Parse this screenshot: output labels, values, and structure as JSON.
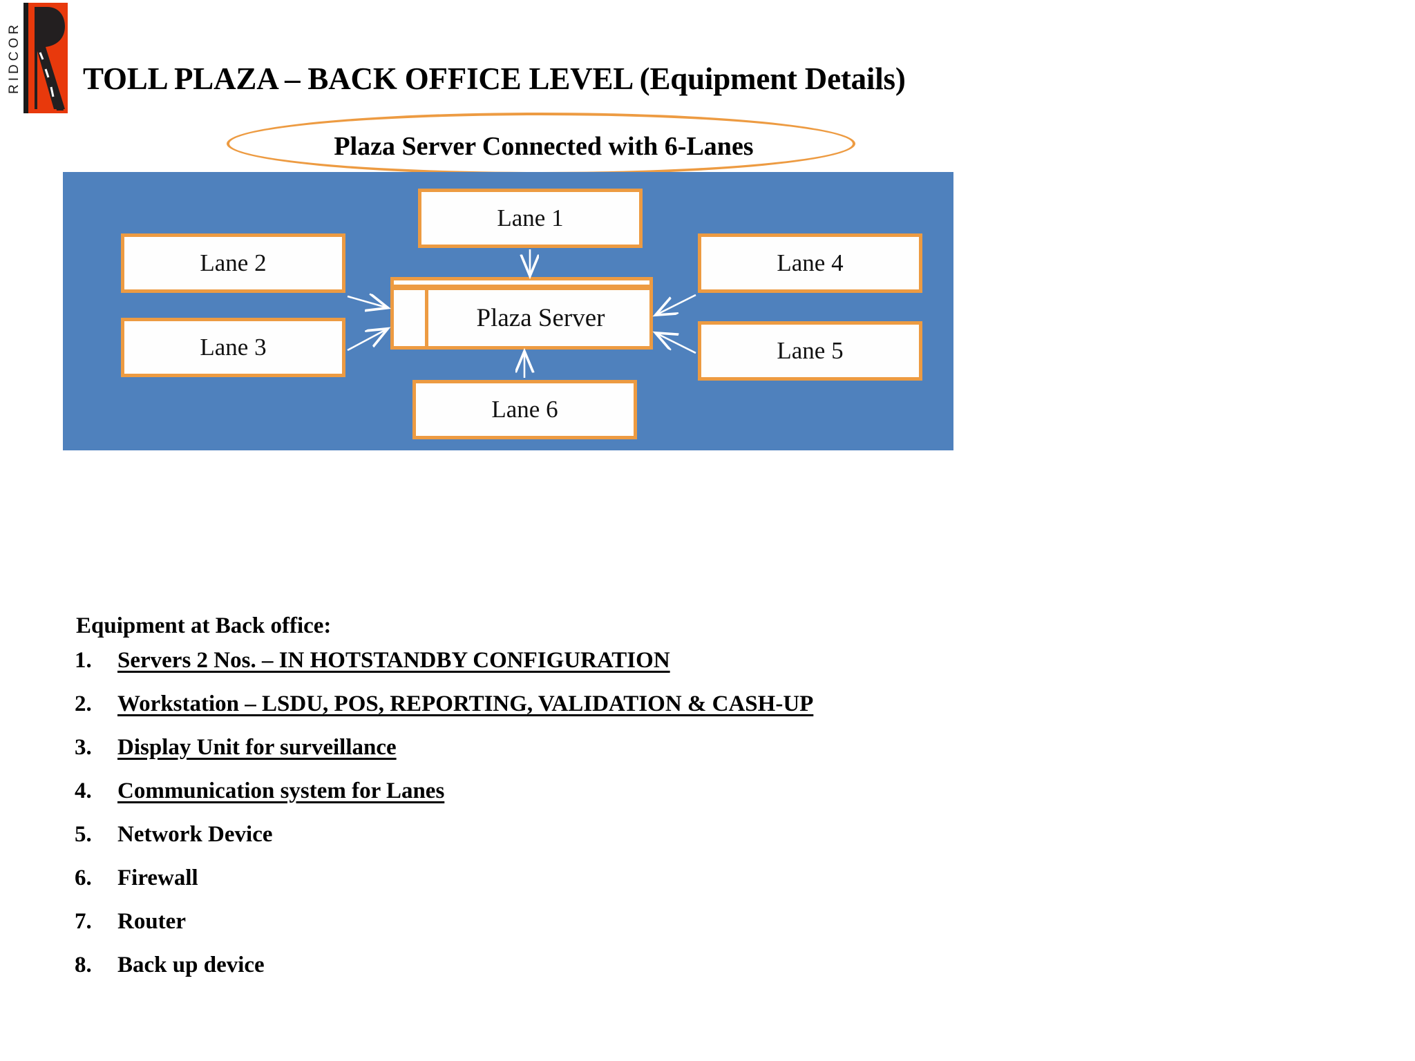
{
  "logo": {
    "vertical_text": "RIDCOR",
    "mark_letter": "R",
    "colors": {
      "orange": "#E8390C",
      "bar": "#1b1b1b"
    }
  },
  "header": {
    "title": "TOLL PLAZA – BACK OFFICE LEVEL (Equipment Details)"
  },
  "callout": {
    "text": "Plaza Server Connected with 6-Lanes"
  },
  "diagram": {
    "panel_color": "#4F81BD",
    "node_border_color": "#ED9B42",
    "node_fill_color": "#FEFEFE",
    "arrow_color": "#FFFFFF",
    "server": {
      "label": "Plaza Server"
    },
    "lanes": [
      {
        "label": "Lane 1"
      },
      {
        "label": "Lane 2"
      },
      {
        "label": "Lane 3"
      },
      {
        "label": "Lane 4"
      },
      {
        "label": "Lane 5"
      },
      {
        "label": "Lane 6"
      }
    ]
  },
  "equipment": {
    "heading": "Equipment at Back office:",
    "items": [
      {
        "num": "1.",
        "text": "Servers 2 Nos. – IN HOTSTANDBY CONFIGURATION",
        "underline": true
      },
      {
        "num": "2.",
        "text": "Workstation – LSDU, POS, REPORTING, VALIDATION & CASH-UP",
        "underline": true
      },
      {
        "num": "3.",
        "text": "Display Unit for surveillance",
        "underline": true
      },
      {
        "num": "4.",
        "text": "Communication system for Lanes",
        "underline": true
      },
      {
        "num": "5.",
        "text": "Network Device",
        "underline": false
      },
      {
        "num": "6.",
        "text": "Firewall",
        "underline": false
      },
      {
        "num": "7.",
        "text": "Router",
        "underline": false
      },
      {
        "num": "8.",
        "text": "Back up device",
        "underline": false
      }
    ]
  }
}
